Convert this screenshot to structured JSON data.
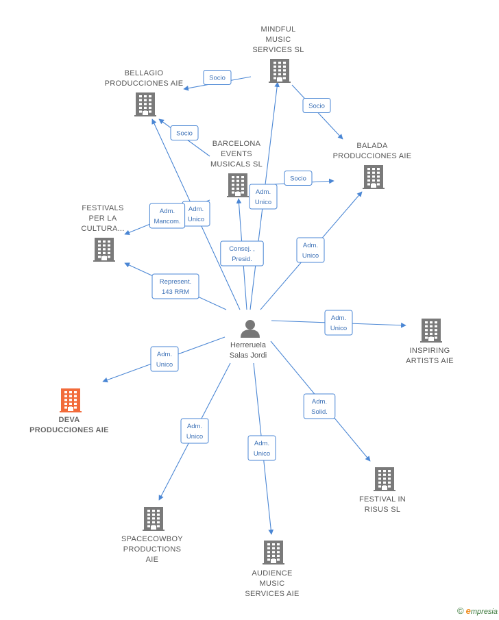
{
  "colors": {
    "edge": "#4a86d4",
    "building": "#7a7a7a",
    "building_focus": "#f26b3a",
    "person": "#777777"
  },
  "person": {
    "id": "p",
    "lines": [
      "Herreruela",
      "Salas Jordi"
    ],
    "icon": "person-icon"
  },
  "companies": [
    {
      "id": "mindful",
      "icon": "building-icon",
      "lines": [
        "MINDFUL",
        "MUSIC",
        "SERVICES  SL"
      ],
      "focus": false
    },
    {
      "id": "bellagio",
      "icon": "building-icon",
      "lines": [
        "BELLAGIO",
        "PRODUCCIONES AIE"
      ],
      "focus": false
    },
    {
      "id": "barcelona",
      "icon": "building-icon",
      "lines": [
        "BARCELONA",
        "EVENTS",
        "MUSICALS SL"
      ],
      "focus": false
    },
    {
      "id": "balada",
      "icon": "building-icon",
      "lines": [
        "BALADA",
        "PRODUCCIONES AIE"
      ],
      "focus": false
    },
    {
      "id": "festivals",
      "icon": "building-icon",
      "lines": [
        "FESTIVALS",
        "PER LA",
        "CULTURA..."
      ],
      "focus": false
    },
    {
      "id": "inspiring",
      "icon": "building-icon",
      "lines": [
        "INSPIRING",
        "ARTISTS AIE"
      ],
      "focus": false
    },
    {
      "id": "deva",
      "icon": "building-icon",
      "lines": [
        "DEVA",
        "PRODUCCIONES AIE"
      ],
      "focus": true
    },
    {
      "id": "festival_risus",
      "icon": "building-icon",
      "lines": [
        "FESTIVAL IN",
        "RISUS  SL"
      ],
      "focus": false
    },
    {
      "id": "spacecowboy",
      "icon": "building-icon",
      "lines": [
        "SPACECOWBOY",
        "PRODUCTIONS",
        "AIE"
      ],
      "focus": false
    },
    {
      "id": "audience",
      "icon": "building-icon",
      "lines": [
        "AUDIENCE",
        "MUSIC",
        "SERVICES AIE"
      ],
      "focus": false
    }
  ],
  "edges": [
    {
      "from": "mindful",
      "to": "bellagio",
      "label": [
        "Socio"
      ]
    },
    {
      "from": "mindful",
      "to": "balada",
      "label": [
        "Socio"
      ]
    },
    {
      "from": "barcelona",
      "to": "bellagio",
      "label": [
        "Socio"
      ]
    },
    {
      "from": "barcelona",
      "to": "balada",
      "label": [
        "Socio"
      ]
    },
    {
      "from": "p",
      "to": "mindful",
      "label": [
        "Adm.",
        "Unico"
      ]
    },
    {
      "from": "p",
      "to": "bellagio",
      "label": [
        "Adm.",
        "Unico"
      ]
    },
    {
      "from": "p",
      "to": "barcelona",
      "label": [
        "Consej. ,",
        "Presid."
      ]
    },
    {
      "from": "p",
      "to": "balada",
      "label": [
        "Adm.",
        "Unico"
      ]
    },
    {
      "from": "p",
      "to": "festivals",
      "label": [
        "Adm.",
        "Mancom."
      ]
    },
    {
      "from": "p",
      "to": "festivals",
      "label": [
        "Represent.",
        "143 RRM"
      ]
    },
    {
      "from": "p",
      "to": "inspiring",
      "label": [
        "Adm.",
        "Unico"
      ]
    },
    {
      "from": "p",
      "to": "deva",
      "label": [
        "Adm.",
        "Unico"
      ]
    },
    {
      "from": "p",
      "to": "festival_risus",
      "label": [
        "Adm.",
        "Solid."
      ]
    },
    {
      "from": "p",
      "to": "spacecowboy",
      "label": [
        "Adm.",
        "Unico"
      ]
    },
    {
      "from": "p",
      "to": "audience",
      "label": [
        "Adm.",
        "Unico"
      ]
    }
  ],
  "brand": {
    "copyright": "©",
    "initial": "e",
    "rest": "mpresia"
  }
}
